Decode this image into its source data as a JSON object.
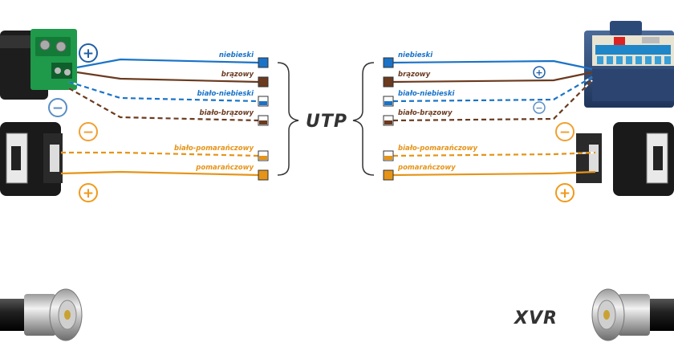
{
  "colors": {
    "blue": "#1a73c8",
    "brown": "#6b3a1f",
    "orange": "#e59418",
    "plus_blue": "#1f5fa8",
    "minus_blue": "#5a8ec6",
    "minus_orange": "#f0a030",
    "plus_orange": "#f09a1a"
  },
  "wires": [
    {
      "label": "niebieski",
      "color": "#1a73c8",
      "striped": false
    },
    {
      "label": "brązowy",
      "color": "#6b3a1f",
      "striped": false
    },
    {
      "label": "biało-niebieski",
      "color": "#1a73c8",
      "striped": true
    },
    {
      "label": "biało-brązowy",
      "color": "#6b3a1f",
      "striped": true
    },
    {
      "label": "biało-pomarańczowy",
      "color": "#e59418",
      "striped": true
    },
    {
      "label": "pomarańczowy",
      "color": "#e59418",
      "striped": false
    }
  ],
  "center_label": "UTP",
  "recorder_label": "XVR",
  "symbols": {
    "plus": "+",
    "minus": "−"
  }
}
